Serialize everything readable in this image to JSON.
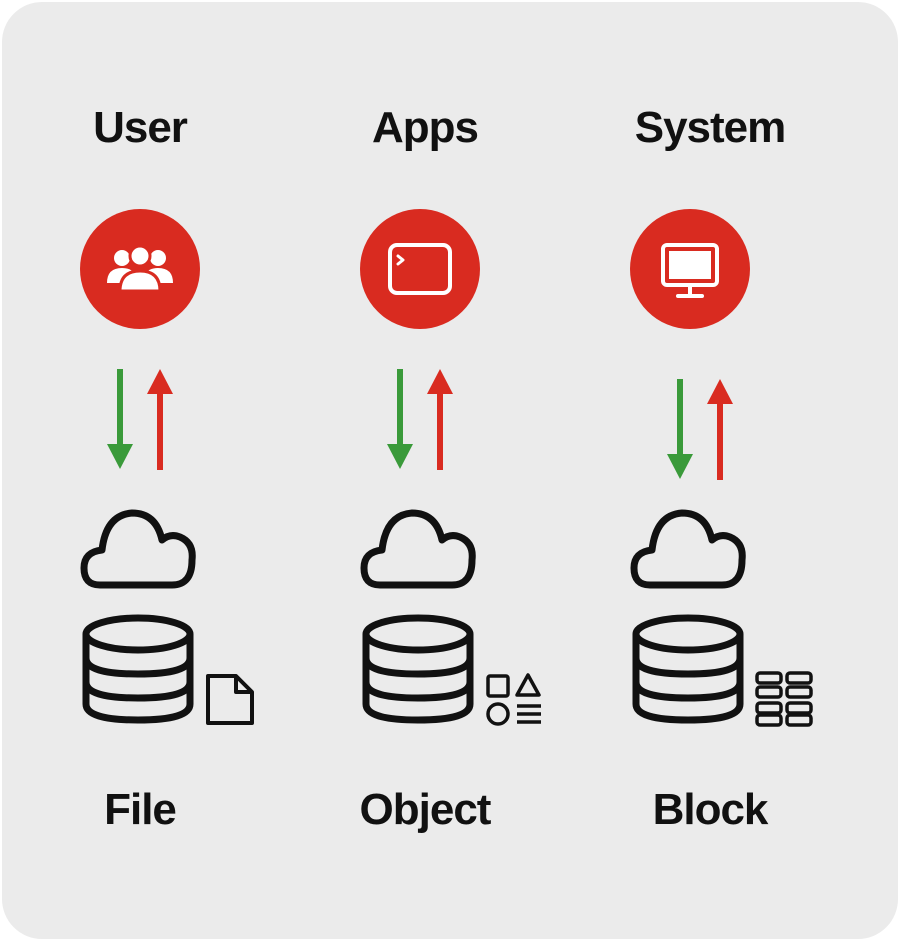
{
  "colors": {
    "panel_bg": "#ebebeb",
    "accent_red": "#d92b20",
    "arrow_down_green": "#3a9a3a",
    "arrow_up_red": "#d92b20",
    "stroke_black": "#111111"
  },
  "columns": [
    {
      "title": "User",
      "badge_icon": "users-icon",
      "label": "File",
      "type_icon": "file-icon"
    },
    {
      "title": "Apps",
      "badge_icon": "terminal-window-icon",
      "label": "Object",
      "type_icon": "shapes-icon"
    },
    {
      "title": "System",
      "badge_icon": "monitor-icon",
      "label": "Block",
      "type_icon": "blocks-grid-icon"
    }
  ]
}
